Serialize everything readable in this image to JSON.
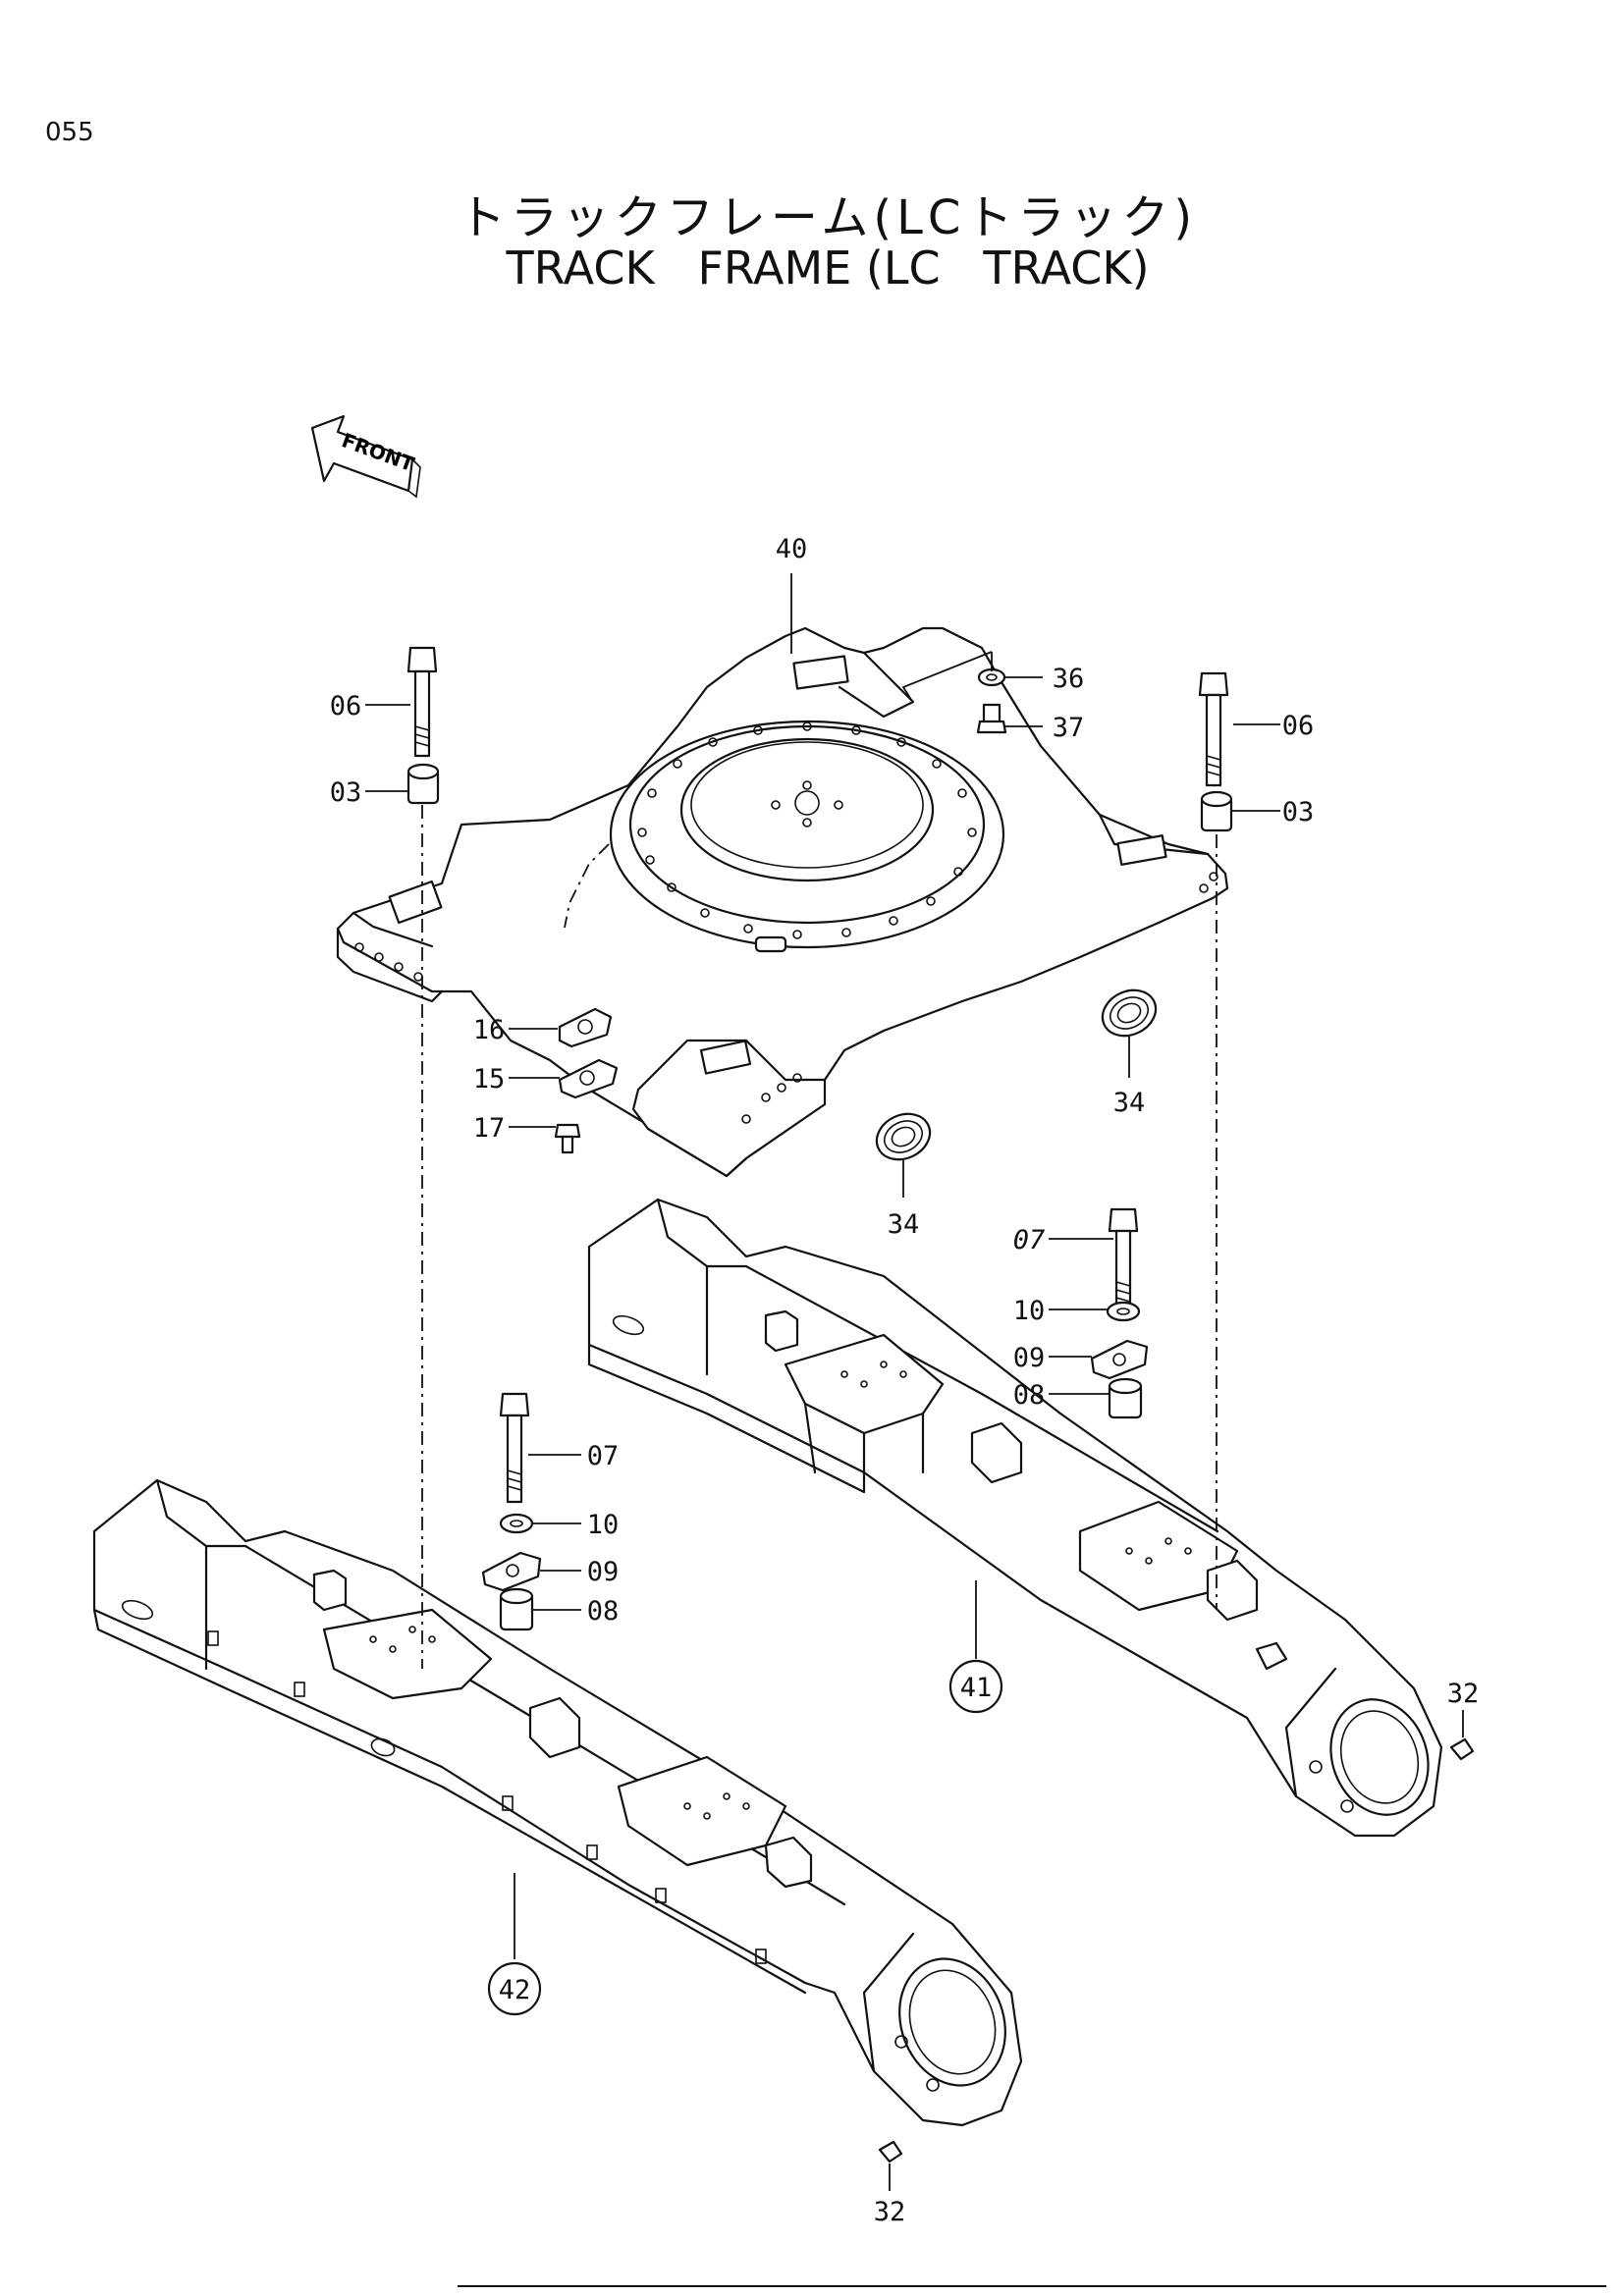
{
  "page_number": "055",
  "title_jp": "トラックフレーム(LCトラック)",
  "title_en": "TRACK   FRAME (LC   TRACK)",
  "direction_label": "FRONT",
  "callouts": {
    "c40": "40",
    "c36": "36",
    "c37": "37",
    "c06_left": "06",
    "c06_right": "06",
    "c03_left": "03",
    "c03_right": "03",
    "c16": "16",
    "c15": "15",
    "c17": "17",
    "c34_right": "34",
    "c34_left": "34",
    "c07_right": "07",
    "c10_right": "10",
    "c09_right": "09",
    "c08_right": "08",
    "c07_left": "07",
    "c10_left": "10",
    "c09_left": "09",
    "c08_left": "08",
    "c41": "41",
    "c42": "42",
    "c32_right": "32",
    "c32_left": "32"
  }
}
